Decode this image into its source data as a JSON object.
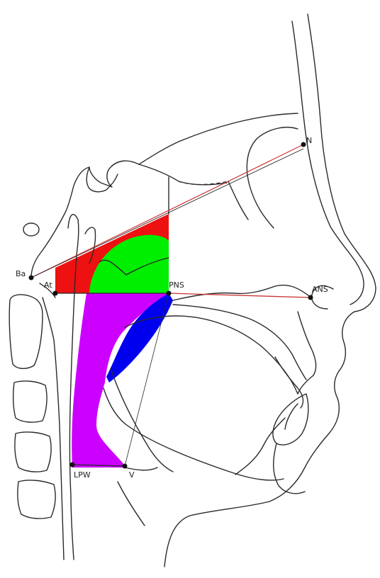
{
  "landmarks": {
    "Ba": "Ba",
    "At": "At",
    "PNS": "PNS",
    "ANS": "ANS",
    "N": "N",
    "LPW": "LPW",
    "V": "V"
  },
  "colors": {
    "red_region": "#ee1111",
    "green_region": "#00ee00",
    "blue_region": "#0000ee",
    "purple_region": "#cc00ff",
    "reference_lines": "#cc3333",
    "outline": "#2a2a2a"
  }
}
